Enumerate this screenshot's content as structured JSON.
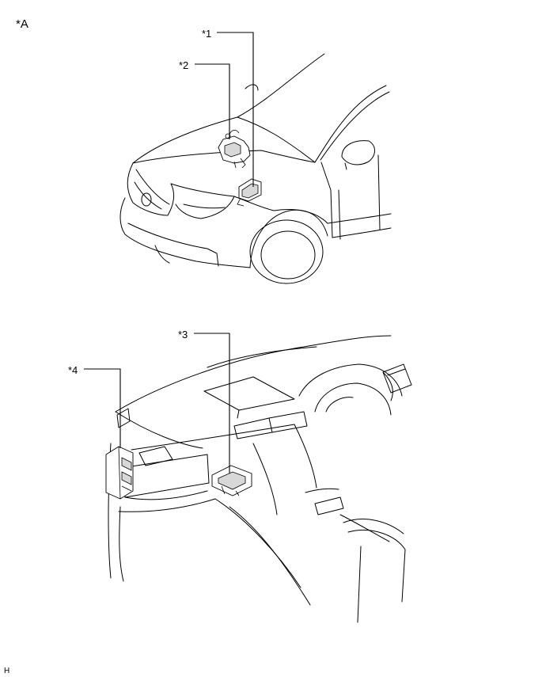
{
  "view_label": "*A",
  "callouts": [
    {
      "id": "1",
      "text": "*1"
    },
    {
      "id": "2",
      "text": "*2"
    },
    {
      "id": "3",
      "text": "*3"
    },
    {
      "id": "4",
      "text": "*4"
    }
  ],
  "corner_mark": "H"
}
